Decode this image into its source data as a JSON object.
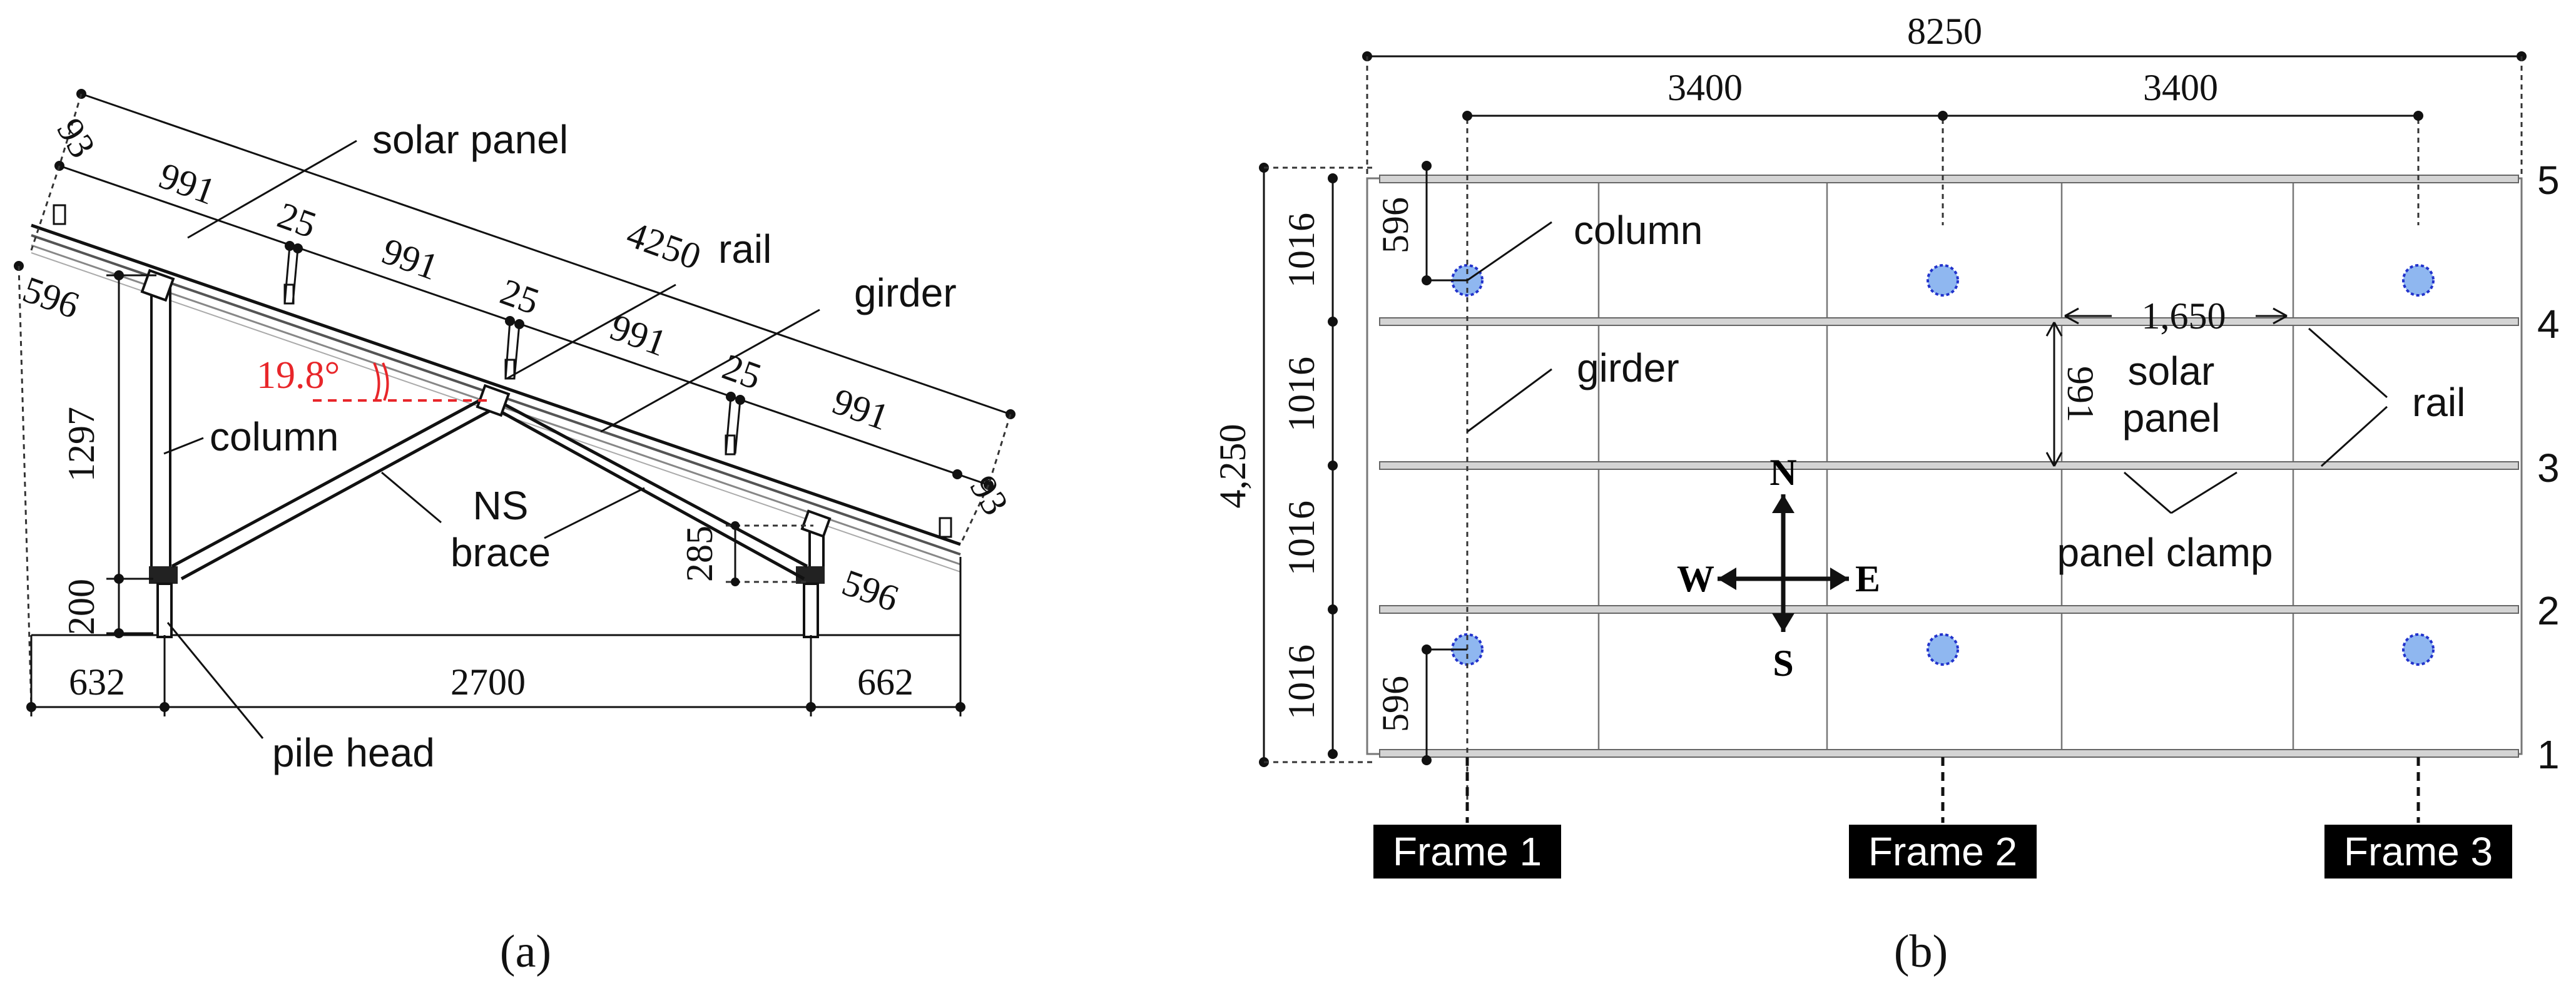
{
  "panel_a": {
    "caption": "(a)",
    "labels": {
      "solar_panel": "solar panel",
      "rail": "rail",
      "girder": "girder",
      "column": "column",
      "ns_brace_line1": "NS",
      "ns_brace_line2": "brace",
      "pile_head": "pile head"
    },
    "angle": "19.8°",
    "dims": {
      "total_length": "4250",
      "top_edge": "93",
      "seg1": "991",
      "gap1": "25",
      "seg2": "991",
      "gap2": "25",
      "seg3": "991",
      "gap3": "25",
      "seg4": "991",
      "bottom_edge": "93",
      "left_offset": "596",
      "column_height": "1297",
      "pile_height": "200",
      "front_height": "285",
      "right_offset": "596",
      "base_left": "632",
      "base_span": "2700",
      "base_right": "662"
    }
  },
  "panel_b": {
    "caption": "(b)",
    "dims": {
      "total_width": "8250",
      "span1": "3400",
      "span2": "3400",
      "total_depth": "4,250",
      "row_h1": "1016",
      "row_h2": "1016",
      "row_h3": "1016",
      "row_h4": "1016",
      "col_offset_top": "596",
      "col_offset_bottom": "596",
      "panel_width": "1,650",
      "panel_height": "991"
    },
    "labels": {
      "column": "column",
      "girder": "girder",
      "solar_panel_line1": "solar",
      "solar_panel_line2": "panel",
      "rail": "rail",
      "panel_clamp": "panel clamp"
    },
    "compass": {
      "north": "N",
      "south": "S",
      "east": "E",
      "west": "W"
    },
    "row_numbers": [
      "5",
      "4",
      "3",
      "2",
      "1"
    ],
    "frames": [
      "Frame 1",
      "Frame 2",
      "Frame 3"
    ],
    "colors": {
      "column_fill": "#8fb7f0",
      "column_edge": "#2233cc",
      "angle_red": "#e8262a"
    }
  }
}
